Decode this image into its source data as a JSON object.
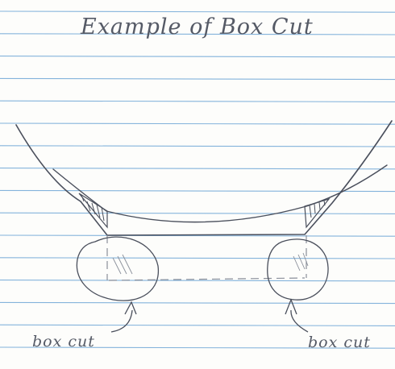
{
  "diagram": {
    "title": "Example of Box Cut",
    "labels": {
      "left": "box cut",
      "right": "box cut"
    },
    "colors": {
      "paper": "#fdfdfb",
      "rule_line": "#6fa7d6",
      "pencil": "#4a4f5c",
      "pencil_light": "#8a8f9a"
    }
  }
}
